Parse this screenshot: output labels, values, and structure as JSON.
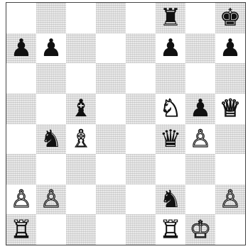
{
  "board": {
    "ranks": [
      [
        "",
        "",
        "",
        "",
        "",
        "bR",
        "",
        "bK"
      ],
      [
        "bP",
        "bP",
        "",
        "",
        "",
        "bP",
        "",
        "bP"
      ],
      [
        "",
        "",
        "",
        "",
        "",
        "",
        "",
        ""
      ],
      [
        "",
        "",
        "bB",
        "",
        "",
        "wN",
        "bP",
        "wQ"
      ],
      [
        "",
        "bN",
        "wB",
        "",
        "",
        "bQ",
        "wP",
        ""
      ],
      [
        "",
        "",
        "",
        "",
        "",
        "",
        "",
        ""
      ],
      [
        "wP",
        "wP",
        "",
        "",
        "",
        "bN",
        "",
        "wP"
      ],
      [
        "wR",
        "",
        "",
        "",
        "",
        "wR",
        "wK",
        ""
      ]
    ]
  },
  "pieces": {
    "wK": {
      "glyph": "♔",
      "name": "white-king-icon",
      "color": "white"
    },
    "wQ": {
      "glyph": "♕",
      "name": "white-queen-icon",
      "color": "white"
    },
    "wR": {
      "glyph": "♖",
      "name": "white-rook-icon",
      "color": "white"
    },
    "wB": {
      "glyph": "♗",
      "name": "white-bishop-icon",
      "color": "white"
    },
    "wN": {
      "glyph": "♘",
      "name": "white-knight-icon",
      "color": "white"
    },
    "wP": {
      "glyph": "♙",
      "name": "white-pawn-icon",
      "color": "white"
    },
    "bK": {
      "glyph": "♚",
      "name": "black-king-icon",
      "color": "black"
    },
    "bQ": {
      "glyph": "♛",
      "name": "black-queen-icon",
      "color": "black"
    },
    "bR": {
      "glyph": "♜",
      "name": "black-rook-icon",
      "color": "black"
    },
    "bB": {
      "glyph": "♝",
      "name": "black-bishop-icon",
      "color": "black"
    },
    "bN": {
      "glyph": "♞",
      "name": "black-knight-icon",
      "color": "black"
    },
    "bP": {
      "glyph": "♟",
      "name": "black-pawn-icon",
      "color": "black"
    }
  },
  "colors": {
    "light_square": "#ffffff",
    "dark_square": "#e9e9e9",
    "border": "#444444"
  }
}
